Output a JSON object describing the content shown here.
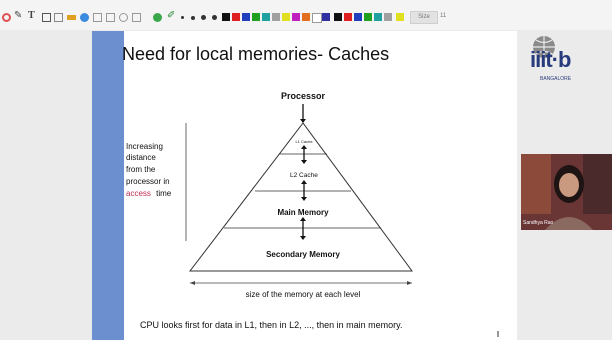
{
  "toolbar": {
    "pen_size_label": "Size",
    "pen_size_value": "11",
    "colors": [
      "#111111",
      "#e02020",
      "#2040c0",
      "#20a020",
      "#20a0a0",
      "#a0a0a0",
      "#e0e020",
      "#c020c0",
      "#e07020",
      "#ffffff",
      "#3030a0"
    ]
  },
  "slide": {
    "title": "Need for local memories- Caches",
    "apex_label": "Processor",
    "levels": [
      "L1 Cache",
      "L2 Cache",
      "Main Memory",
      "Secondary Memory"
    ],
    "side_text": [
      "Increasing",
      "distance",
      "from the",
      "processor in"
    ],
    "side_highlight": "access",
    "side_tail": "time",
    "size_caption": "size of the memory at each level",
    "footer": "CPU looks first for data in L1, then in L2, ..., then in main memory.",
    "accent_color": "#c0304f"
  },
  "logo": {
    "text": "iiit·b",
    "subtitle": "BANGALORE"
  },
  "video": {
    "participant": "Sandhya Rao"
  }
}
